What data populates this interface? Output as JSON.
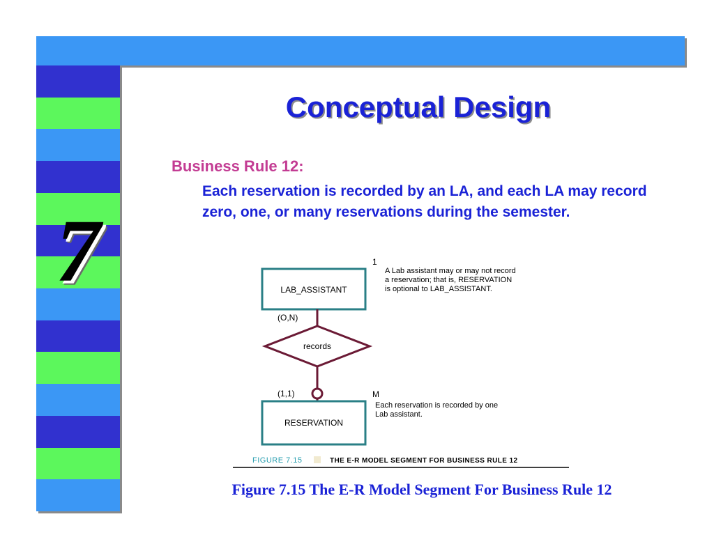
{
  "slide": {
    "chapter_number": "7",
    "title": "Conceptual Design",
    "rule_heading": "Business Rule 12:",
    "rule_text": "Each reservation is recorded by an LA, and each LA may record zero, one, or many reservations during the semester.",
    "caption": "Figure 7.15  The E-R Model Segment For Business Rule 12"
  },
  "colors": {
    "top_bar": "#3b97f5",
    "stripe_dark_blue": "#3131cf",
    "stripe_green": "#5cf75c",
    "stripe_light_blue": "#3b97f5",
    "title_blue": "#1a22d6",
    "heading_magenta": "#c33c93",
    "entity_border": "#2a7f86",
    "relationship_line": "#6b1a35"
  },
  "side_stripes": [
    "dark_blue",
    "green",
    "light_blue",
    "dark_blue",
    "green",
    "dark_blue",
    "green",
    "light_blue",
    "dark_blue",
    "green",
    "light_blue",
    "dark_blue",
    "green",
    "light_blue"
  ],
  "diagram": {
    "cardinality_top": "1",
    "cardinality_bottom": "M",
    "entity_top": "LAB_ASSISTANT",
    "entity_bottom": "RESERVATION",
    "relationship": "records",
    "connectivity_top": "(O,N)",
    "connectivity_bottom": "(1,1)",
    "note_top": [
      "A Lab assistant may or may not record",
      "a reservation; that is, RESERVATION",
      "is optional to LAB_ASSISTANT."
    ],
    "note_bottom": [
      "Each reservation is recorded by one",
      "Lab assistant."
    ],
    "figure_number": "FIGURE 7.15",
    "figure_title": "THE E-R MODEL SEGMENT FOR BUSINESS RULE 12"
  }
}
